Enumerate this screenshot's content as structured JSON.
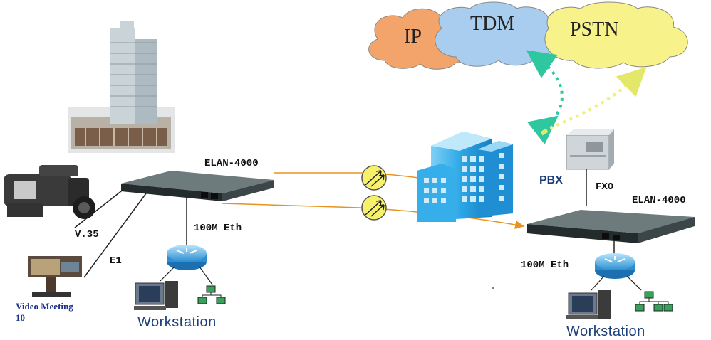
{
  "clouds": {
    "ip": "IP",
    "tdm": "TDM",
    "pstn": "PSTN"
  },
  "devices": {
    "elan_left": "ELAN-4000",
    "elan_right": "ELAN-4000",
    "pbx": "PBX"
  },
  "links": {
    "v35": "V.35",
    "e1": "E1",
    "eth_left": "100M Eth",
    "eth_right": "100M Eth",
    "fxo": "FXO"
  },
  "endpoints": {
    "video_meeting": "Video Meeting",
    "video_meeting_num": "10",
    "workstation_left": "Workstation",
    "workstation_right": "Workstation"
  },
  "colors": {
    "cloud_ip": "#f2a46a",
    "cloud_tdm": "#a9cdee",
    "cloud_pstn": "#f7f28a",
    "link_orange": "#e8931d",
    "dotted_green": "#2fc7a0",
    "dotted_yellow": "#eef07a",
    "building_blue": "#2ba7e8"
  }
}
